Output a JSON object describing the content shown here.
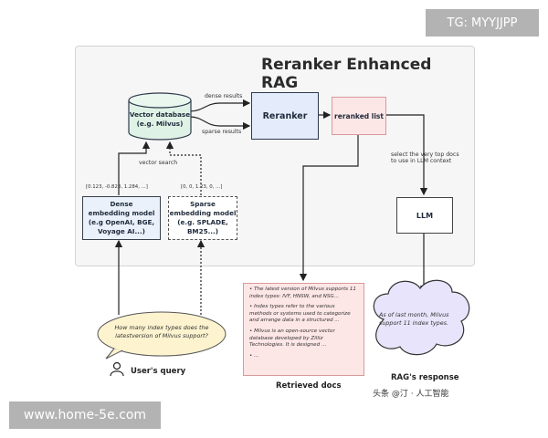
{
  "watermarks": {
    "top_right": "TG: MYYJJPP",
    "bottom_left": "www.home-5e.com",
    "bottom_caption": "头条 @汀 · 人工智能"
  },
  "diagram": {
    "title": "Reranker Enhanced RAG",
    "vector_db": {
      "line1": "Vector database",
      "line2": "(e.g. Milvus)"
    },
    "dense_model": {
      "lines": [
        "Dense",
        "embedding model",
        "(e.g OpenAI, BGE,",
        "Voyage AI...)"
      ]
    },
    "sparse_model": {
      "lines": [
        "Sparse",
        "embedding model",
        "(e.g. SPLADE,",
        "BM25...)"
      ]
    },
    "reranker": "Reranker",
    "reranked_list": "reranked list",
    "llm": "LLM",
    "labels": {
      "dense_results": "dense results",
      "sparse_results": "sparse results",
      "vector_search": "vector search",
      "dense_vector": "[0.123, -0.823, 1.284, ...]",
      "sparse_vector": "[0, 0, 1.23, 0, ...]",
      "select_top_line1": "select the very top docs",
      "select_top_line2": "to use in LLM context"
    },
    "retrieved_docs": {
      "items": [
        "The latest version of Milvus supports 11 index types: IVF, HNSW, and NSG...",
        "Index types refer to the various methods or systems used to categorize and arrange data in a structured ...",
        "Milvus is an open-source vector database developed by Zilliz Technologies. It is designed ...",
        "..."
      ],
      "caption": "Retrieved docs"
    },
    "query": {
      "text": "How many index types does the latestversion of Milvus support?",
      "caption": "User's query"
    },
    "response": {
      "text": "As of last month, Milvus support 11 index types.",
      "caption": "RAG's response"
    }
  }
}
